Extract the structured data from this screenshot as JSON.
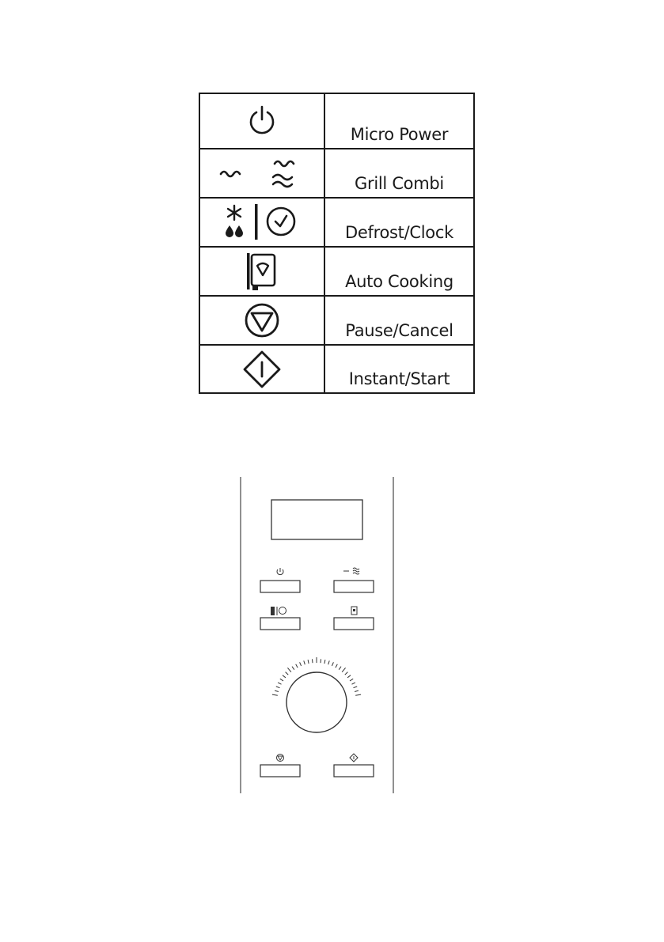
{
  "legend": {
    "rows": [
      {
        "icon": "power-icon",
        "label": "Micro Power"
      },
      {
        "icon": "grill-combi-icon",
        "label": "Grill Combi"
      },
      {
        "icon": "defrost-clock-icon",
        "label": "Defrost/Clock"
      },
      {
        "icon": "auto-cooking-book-icon",
        "label": "Auto Cooking"
      },
      {
        "icon": "pause-cancel-icon",
        "label": "Pause/Cancel"
      },
      {
        "icon": "instant-start-icon",
        "label": "Instant/Start"
      }
    ]
  },
  "panel": {
    "buttons": [
      {
        "name": "micro-power-button",
        "icon": "power-icon"
      },
      {
        "name": "grill-combi-button",
        "icon": "grill-combi-icon"
      },
      {
        "name": "defrost-clock-button",
        "icon": "defrost-clock-icon"
      },
      {
        "name": "auto-cooking-button",
        "icon": "auto-cooking-book-icon"
      },
      {
        "name": "pause-cancel-button",
        "icon": "pause-cancel-icon"
      },
      {
        "name": "instant-start-button",
        "icon": "instant-start-icon"
      }
    ],
    "knob": {
      "name": "control-dial",
      "icon": "dial-knob"
    }
  }
}
